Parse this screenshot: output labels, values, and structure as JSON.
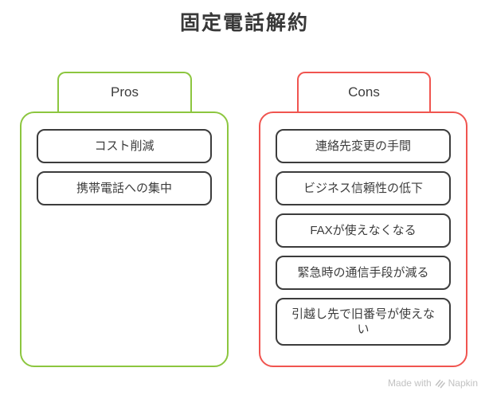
{
  "title": "固定電話解約",
  "colors": {
    "pros_accent": "#8CC63F",
    "cons_accent": "#F0544F",
    "card_border": "#3C3C3C",
    "text": "#3C3C3C",
    "title": "#383838",
    "watermark": "#C2C2C2"
  },
  "pros": {
    "label": "Pros",
    "items": [
      "コスト削減",
      "携帯電話への集中"
    ]
  },
  "cons": {
    "label": "Cons",
    "items": [
      "連絡先変更の手間",
      "ビジネス信頼性の低下",
      "FAXが使えなくなる",
      "緊急時の通信手段が減る",
      "引越し先で旧番号が使えない"
    ]
  },
  "watermark": {
    "prefix": "Made with",
    "brand": "Napkin"
  }
}
